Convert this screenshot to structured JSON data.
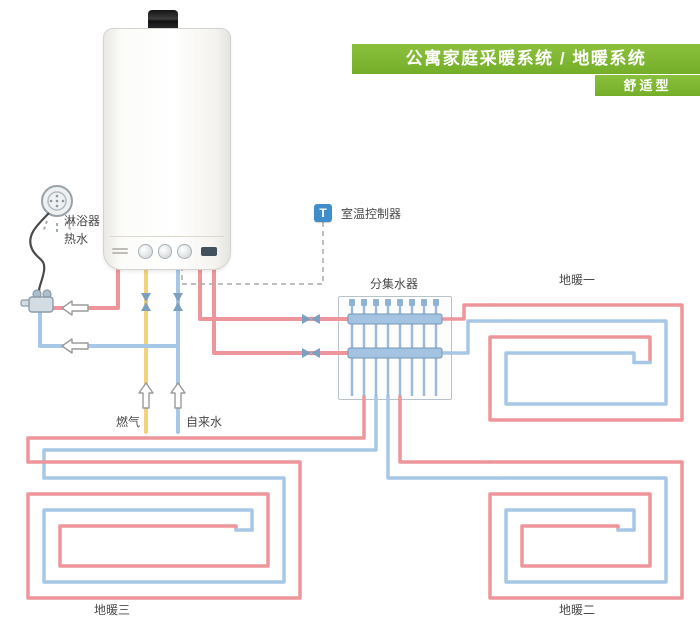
{
  "banner": {
    "title": "公寓家庭采暖系统 / 地暖系统",
    "subtitle": "舒适型"
  },
  "labels": {
    "shower_line1": "淋浴器",
    "shower_line2": "热水",
    "thermostat": "室温控制器",
    "thermostat_symbol": "T",
    "manifold": "分集水器",
    "gas": "燃气",
    "tap_water": "自来水",
    "loop1": "地暖一",
    "loop2": "地暖二",
    "loop3": "地暖三"
  },
  "colors": {
    "supply_red": "#ee959b",
    "return_blue": "#a7c7e7",
    "gas_yellow": "#f3d27e",
    "hose_gray": "#4a4a4a",
    "valve_blue": "#7d9fc0",
    "manifold_bar": "#a3c3e0",
    "dashed_gray": "#aaaaaa",
    "banner_green": "#7eb733",
    "thermostat_blue": "#3f8ec9"
  }
}
